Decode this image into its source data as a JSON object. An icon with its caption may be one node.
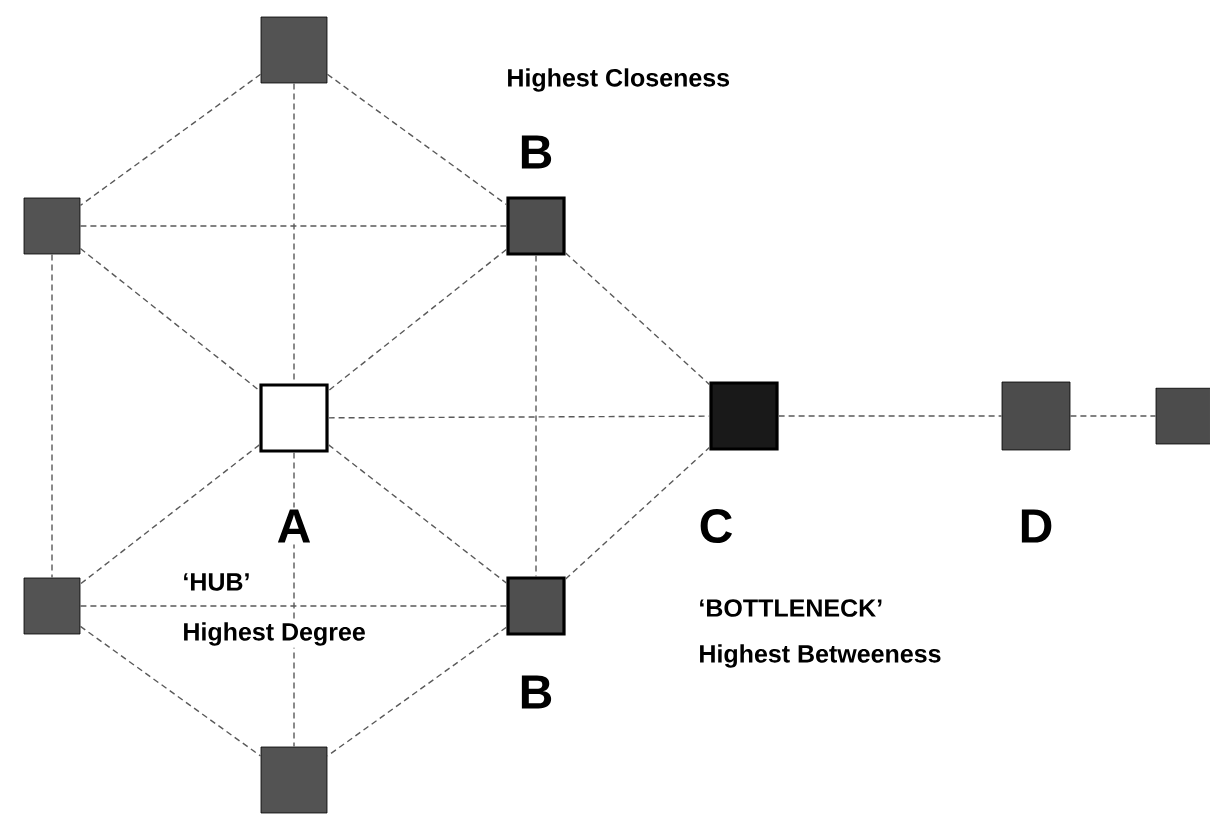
{
  "diagram": {
    "nodes": [
      {
        "text": [],
        "shape": "box"
      },
      {
        "text": [],
        "shape": "box"
      },
      {
        "text": [],
        "shape": "box",
        "beside": [
          "B",
          "Highest Closeness"
        ]
      },
      {
        "text": [],
        "shape": "box",
        "beside": [
          "A",
          "‘HUB’",
          "Highest Degree"
        ]
      },
      {
        "text": [],
        "shape": "box",
        "beside": [
          "C",
          "‘BOTTLENECK’",
          "Highest Betweeness"
        ]
      },
      {
        "text": [],
        "shape": "box",
        "beside": [
          "D"
        ]
      },
      {
        "text": [],
        "shape": "box"
      },
      {
        "text": [],
        "shape": "box"
      },
      {
        "text": [],
        "shape": "box",
        "beside": [
          "B"
        ]
      },
      {
        "text": [],
        "shape": "box"
      }
    ],
    "edges": [
      {
        "from": 0,
        "to": 1,
        "arrow": "none"
      },
      {
        "from": 0,
        "to": 2,
        "arrow": "none"
      },
      {
        "from": 0,
        "to": 3,
        "arrow": "none"
      },
      {
        "from": 1,
        "to": 2,
        "arrow": "none"
      },
      {
        "from": 1,
        "to": 3,
        "arrow": "none"
      },
      {
        "from": 1,
        "to": 7,
        "arrow": "none"
      },
      {
        "from": 2,
        "to": 3,
        "arrow": "none"
      },
      {
        "from": 2,
        "to": 8,
        "arrow": "none"
      },
      {
        "from": 2,
        "to": 4,
        "arrow": "none"
      },
      {
        "from": 3,
        "to": 4,
        "arrow": "none"
      },
      {
        "from": 3,
        "to": 7,
        "arrow": "none"
      },
      {
        "from": 3,
        "to": 8,
        "arrow": "none"
      },
      {
        "from": 3,
        "to": 9,
        "arrow": "none"
      },
      {
        "from": 7,
        "to": 8,
        "arrow": "none"
      },
      {
        "from": 7,
        "to": 9,
        "arrow": "none"
      },
      {
        "from": 8,
        "to": 9,
        "arrow": "none"
      },
      {
        "from": 8,
        "to": 4,
        "arrow": "none"
      },
      {
        "from": 4,
        "to": 5,
        "arrow": "none"
      },
      {
        "from": 5,
        "to": 6,
        "arrow": "none"
      }
    ]
  }
}
